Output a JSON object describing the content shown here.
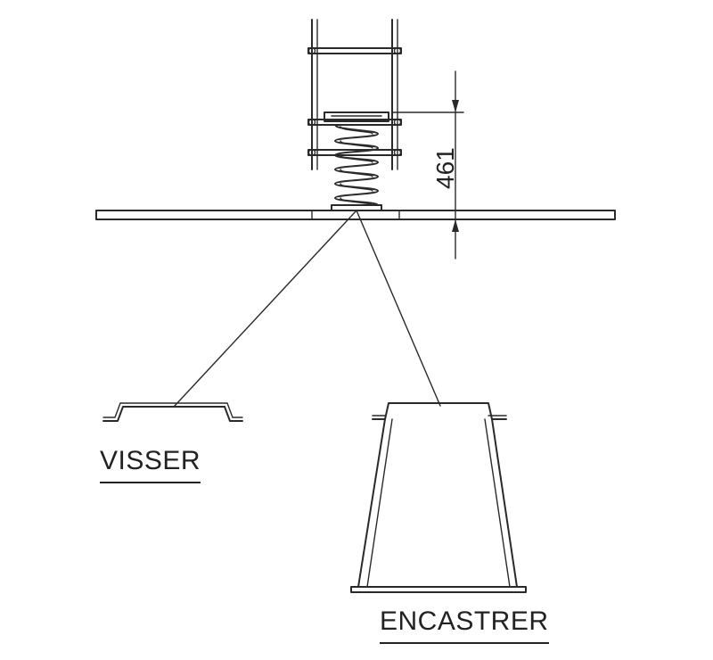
{
  "dimension": {
    "value": "461"
  },
  "labels": {
    "visser": "VISSER",
    "encastrer": "ENCASTRER"
  }
}
